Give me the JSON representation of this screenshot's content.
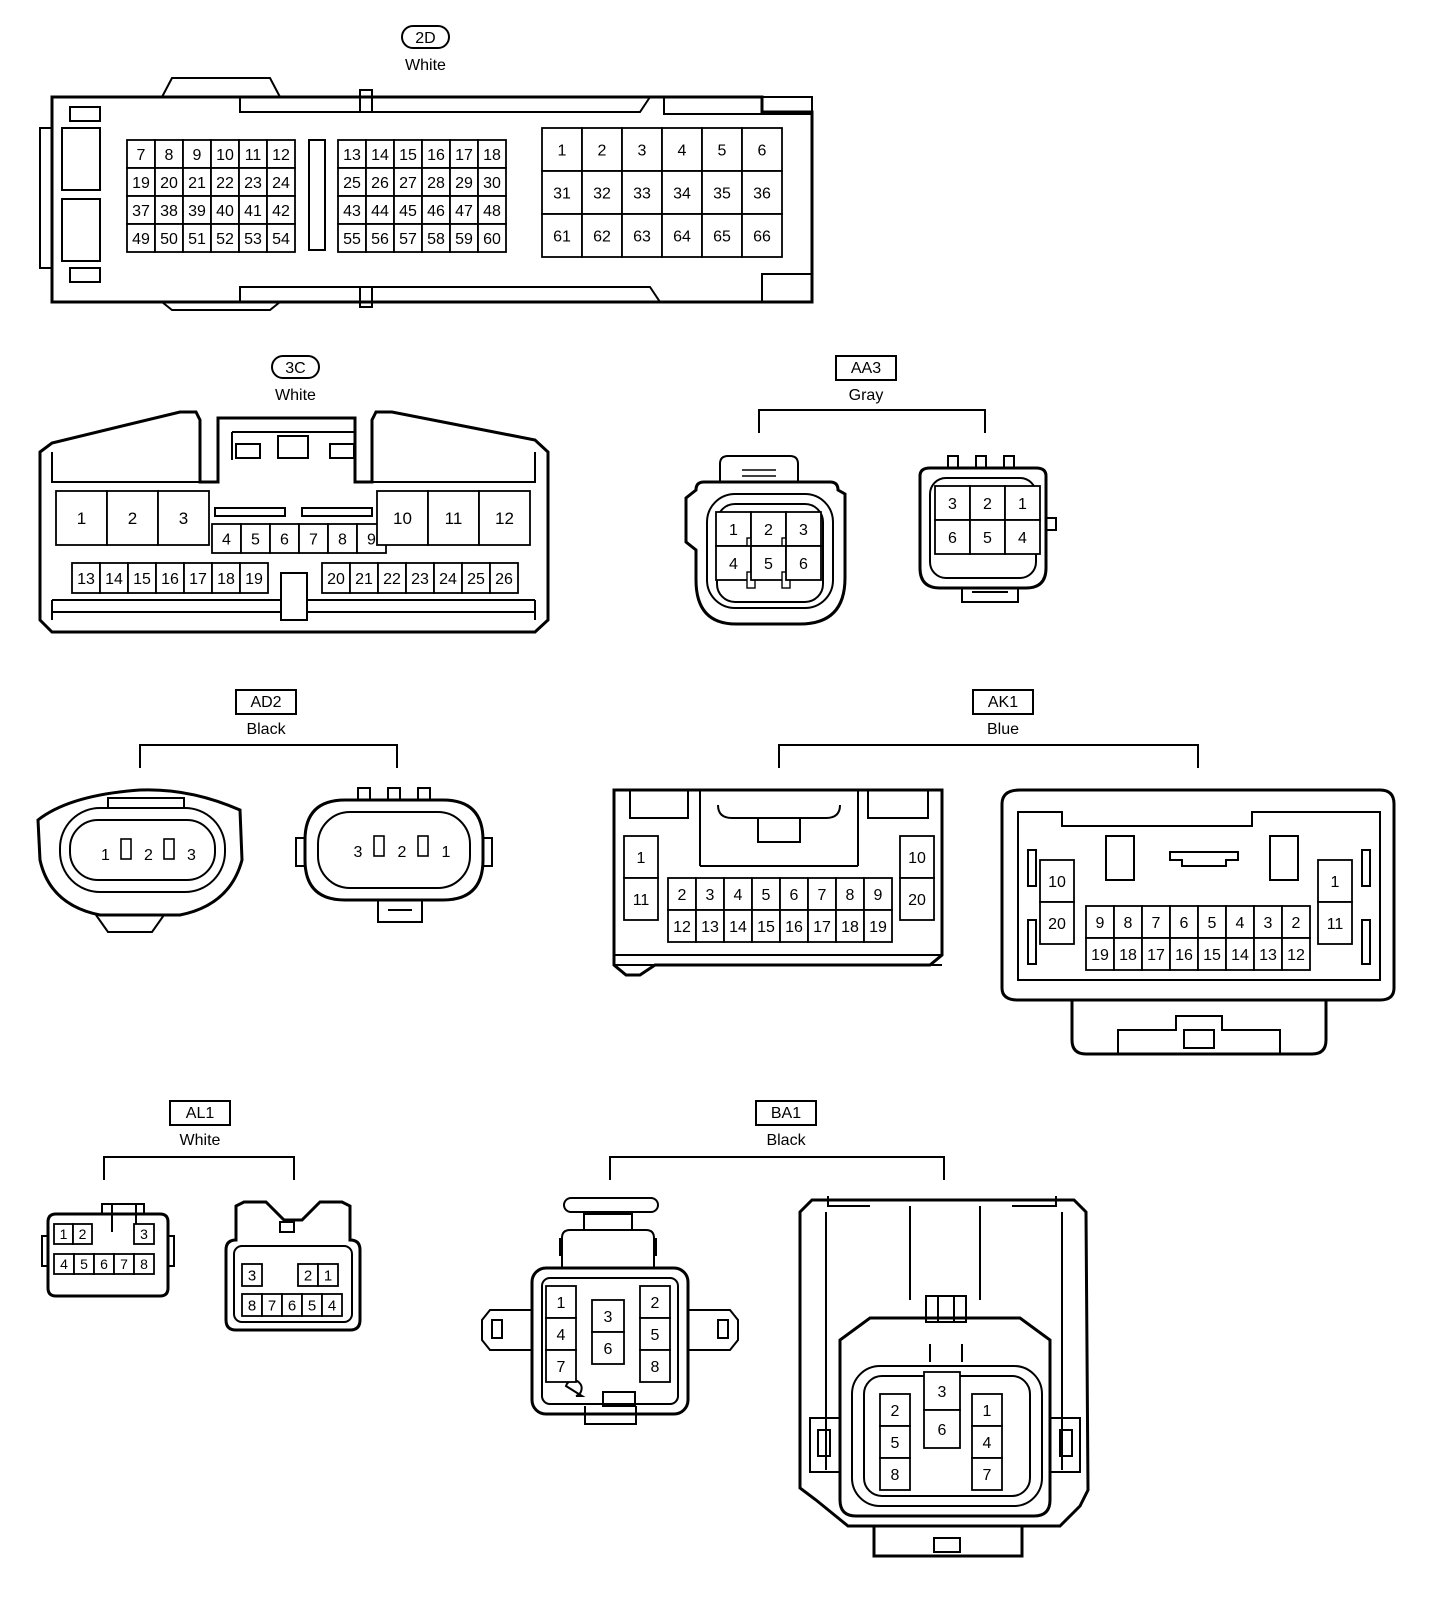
{
  "connectors": [
    {
      "id": "2D",
      "label_style": "pill",
      "color": "White",
      "parts": [
        {
          "name": "2d-header",
          "blocks": [
            {
              "rows": [
                [
                  "7",
                  "8",
                  "9",
                  "10",
                  "11",
                  "12"
                ],
                [
                  "19",
                  "20",
                  "21",
                  "22",
                  "23",
                  "24"
                ],
                [
                  "37",
                  "38",
                  "39",
                  "40",
                  "41",
                  "42"
                ],
                [
                  "49",
                  "50",
                  "51",
                  "52",
                  "53",
                  "54"
                ]
              ]
            },
            {
              "rows": [
                [
                  "13",
                  "14",
                  "15",
                  "16",
                  "17",
                  "18"
                ],
                [
                  "25",
                  "26",
                  "27",
                  "28",
                  "29",
                  "30"
                ],
                [
                  "43",
                  "44",
                  "45",
                  "46",
                  "47",
                  "48"
                ],
                [
                  "55",
                  "56",
                  "57",
                  "58",
                  "59",
                  "60"
                ]
              ]
            },
            {
              "rows": [
                [
                  "1",
                  "2",
                  "3",
                  "4",
                  "5",
                  "6"
                ],
                [
                  "31",
                  "32",
                  "33",
                  "34",
                  "35",
                  "36"
                ],
                [
                  "61",
                  "62",
                  "63",
                  "64",
                  "65",
                  "66"
                ]
              ]
            }
          ]
        }
      ]
    },
    {
      "id": "3C",
      "label_style": "pill",
      "color": "White",
      "parts": [
        {
          "name": "3c-header",
          "blocks": [
            {
              "rows": [
                [
                  "1",
                  "2",
                  "3"
                ]
              ]
            },
            {
              "rows": [
                [
                  "4",
                  "5",
                  "6",
                  "7",
                  "8",
                  "9"
                ]
              ]
            },
            {
              "rows": [
                [
                  "10",
                  "11",
                  "12"
                ]
              ]
            },
            {
              "rows": [
                [
                  "13",
                  "14",
                  "15",
                  "16",
                  "17",
                  "18",
                  "19"
                ]
              ]
            },
            {
              "rows": [
                [
                  "20",
                  "21",
                  "22",
                  "23",
                  "24",
                  "25",
                  "26"
                ]
              ]
            }
          ]
        }
      ]
    },
    {
      "id": "AA3",
      "label_style": "box",
      "color": "Gray",
      "parts": [
        {
          "name": "aa3-male",
          "blocks": [
            {
              "rows": [
                [
                  "1",
                  "2",
                  "3"
                ],
                [
                  "4",
                  "5",
                  "6"
                ]
              ]
            }
          ]
        },
        {
          "name": "aa3-female",
          "blocks": [
            {
              "rows": [
                [
                  "3",
                  "2",
                  "1"
                ],
                [
                  "6",
                  "5",
                  "4"
                ]
              ]
            }
          ]
        }
      ]
    },
    {
      "id": "AD2",
      "label_style": "box",
      "color": "Black",
      "parts": [
        {
          "name": "ad2-male",
          "blocks": [
            {
              "rows": [
                [
                  "1",
                  "2",
                  "3"
                ]
              ]
            }
          ]
        },
        {
          "name": "ad2-female",
          "blocks": [
            {
              "rows": [
                [
                  "3",
                  "2",
                  "1"
                ]
              ]
            }
          ]
        }
      ]
    },
    {
      "id": "AK1",
      "label_style": "box",
      "color": "Blue",
      "parts": [
        {
          "name": "ak1-male",
          "blocks": [
            {
              "rows": [
                [
                  "1"
                ],
                [
                  "11"
                ]
              ]
            },
            {
              "rows": [
                [
                  "2",
                  "3",
                  "4",
                  "5",
                  "6",
                  "7",
                  "8",
                  "9"
                ],
                [
                  "12",
                  "13",
                  "14",
                  "15",
                  "16",
                  "17",
                  "18",
                  "19"
                ]
              ]
            },
            {
              "rows": [
                [
                  "10"
                ],
                [
                  "20"
                ]
              ]
            }
          ]
        },
        {
          "name": "ak1-female",
          "blocks": [
            {
              "rows": [
                [
                  "10"
                ],
                [
                  "20"
                ]
              ]
            },
            {
              "rows": [
                [
                  "9",
                  "8",
                  "7",
                  "6",
                  "5",
                  "4",
                  "3",
                  "2"
                ],
                [
                  "19",
                  "18",
                  "17",
                  "16",
                  "15",
                  "14",
                  "13",
                  "12"
                ]
              ]
            },
            {
              "rows": [
                [
                  "1"
                ],
                [
                  "11"
                ]
              ]
            }
          ]
        }
      ]
    },
    {
      "id": "AL1",
      "label_style": "box",
      "color": "White",
      "parts": [
        {
          "name": "al1-male",
          "blocks": [
            {
              "rows": [
                [
                  "1",
                  "2"
                ]
              ]
            },
            {
              "rows": [
                [
                  "3"
                ]
              ]
            },
            {
              "rows": [
                [
                  "4",
                  "5",
                  "6",
                  "7",
                  "8"
                ]
              ]
            }
          ]
        },
        {
          "name": "al1-female",
          "blocks": [
            {
              "rows": [
                [
                  "3"
                ]
              ]
            },
            {
              "rows": [
                [
                  "2",
                  "1"
                ]
              ]
            },
            {
              "rows": [
                [
                  "8",
                  "7",
                  "6",
                  "5",
                  "4"
                ]
              ]
            }
          ]
        }
      ]
    },
    {
      "id": "BA1",
      "label_style": "box",
      "color": "Black",
      "parts": [
        {
          "name": "ba1-male",
          "blocks": [
            {
              "rows": [
                [
                  "1"
                ],
                [
                  "4"
                ],
                [
                  "7"
                ]
              ]
            },
            {
              "rows": [
                [
                  "3"
                ],
                [
                  "6"
                ]
              ]
            },
            {
              "rows": [
                [
                  "2"
                ],
                [
                  "5"
                ],
                [
                  "8"
                ]
              ]
            }
          ]
        },
        {
          "name": "ba1-female",
          "blocks": [
            {
              "rows": [
                [
                  "2"
                ],
                [
                  "5"
                ],
                [
                  "8"
                ]
              ]
            },
            {
              "rows": [
                [
                  "3"
                ],
                [
                  "6"
                ]
              ]
            },
            {
              "rows": [
                [
                  "1"
                ],
                [
                  "4"
                ],
                [
                  "7"
                ]
              ]
            }
          ]
        }
      ]
    }
  ]
}
